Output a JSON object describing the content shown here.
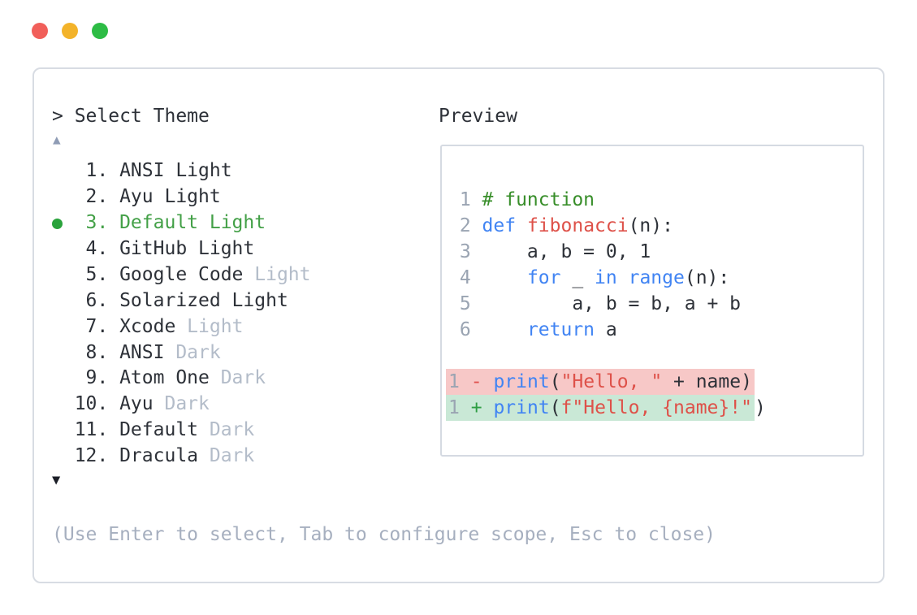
{
  "window": {
    "controls": [
      {
        "name": "close",
        "color": "#f15f5a"
      },
      {
        "name": "minimize",
        "color": "#f3b32a"
      },
      {
        "name": "zoom",
        "color": "#2dbc45"
      }
    ]
  },
  "theme_picker": {
    "prompt": "> Select Theme",
    "scroll_up_symbol": "▲",
    "scroll_down_symbol": "▼",
    "items": [
      {
        "num": "1.",
        "name": "ANSI Light",
        "dim": "",
        "selected": false
      },
      {
        "num": "2.",
        "name": "Ayu Light",
        "dim": "",
        "selected": false
      },
      {
        "num": "3.",
        "name": "Default Light",
        "dim": "",
        "selected": true
      },
      {
        "num": "4.",
        "name": "GitHub Light",
        "dim": "",
        "selected": false
      },
      {
        "num": "5.",
        "name": "Google Code",
        "dim": "Light",
        "selected": false
      },
      {
        "num": "6.",
        "name": "Solarized Light",
        "dim": "",
        "selected": false
      },
      {
        "num": "7.",
        "name": "Xcode",
        "dim": "Light",
        "selected": false
      },
      {
        "num": "8.",
        "name": "ANSI",
        "dim": "Dark",
        "selected": false
      },
      {
        "num": "9.",
        "name": "Atom One",
        "dim": "Dark",
        "selected": false
      },
      {
        "num": "10.",
        "name": "Ayu",
        "dim": "Dark",
        "selected": false
      },
      {
        "num": "11.",
        "name": "Default",
        "dim": "Dark",
        "selected": false
      },
      {
        "num": "12.",
        "name": "Dracula",
        "dim": "Dark",
        "selected": false
      }
    ],
    "help_text": "(Use Enter to select, Tab to configure scope, Esc to close)"
  },
  "preview": {
    "title": "Preview",
    "token_legend": {
      "g": "line-number",
      "c": "comment",
      "k": "keyword",
      "f": "function-name",
      "s": "string",
      "p": "plain",
      "r": "diff-minus-sign",
      "gn": "diff-plus-sign"
    },
    "code_lines": [
      {
        "hl": null,
        "parts": [
          [
            "g",
            " 1 "
          ],
          [
            "c",
            "# function"
          ]
        ]
      },
      {
        "hl": null,
        "parts": [
          [
            "g",
            " 2 "
          ],
          [
            "k",
            "def"
          ],
          [
            "p",
            " "
          ],
          [
            "f",
            "fibonacci"
          ],
          [
            "p",
            "(n):"
          ]
        ]
      },
      {
        "hl": null,
        "parts": [
          [
            "g",
            " 3 "
          ],
          [
            "p",
            "    a, b = 0, 1"
          ]
        ]
      },
      {
        "hl": null,
        "parts": [
          [
            "g",
            " 4 "
          ],
          [
            "p",
            "    "
          ],
          [
            "k",
            "for"
          ],
          [
            "p",
            " _ "
          ],
          [
            "k",
            "in"
          ],
          [
            "p",
            " "
          ],
          [
            "k",
            "range"
          ],
          [
            "p",
            "(n):"
          ]
        ]
      },
      {
        "hl": null,
        "parts": [
          [
            "g",
            " 5 "
          ],
          [
            "p",
            "        a, b = b, a + b"
          ]
        ]
      },
      {
        "hl": null,
        "parts": [
          [
            "g",
            " 6 "
          ],
          [
            "p",
            "    "
          ],
          [
            "k",
            "return"
          ],
          [
            "p",
            " a"
          ]
        ]
      },
      {
        "hl": null,
        "parts": []
      },
      {
        "hl": "red",
        "parts": [
          [
            "g",
            "1"
          ],
          [
            "p",
            " "
          ],
          [
            "r",
            "-"
          ],
          [
            "p",
            " "
          ],
          [
            "k",
            "print"
          ],
          [
            "p",
            "("
          ],
          [
            "s",
            "\"Hello, \""
          ],
          [
            "p",
            " + name)"
          ]
        ]
      },
      {
        "hl": "green",
        "parts": [
          [
            "g",
            "1"
          ],
          [
            "p",
            " "
          ],
          [
            "gn",
            "+"
          ],
          [
            "p",
            " "
          ],
          [
            "k",
            "print"
          ],
          [
            "p",
            "("
          ],
          [
            "s",
            "f\"Hello, {name}!\""
          ]
        ],
        "tail": [
          [
            "p",
            ")"
          ]
        ]
      }
    ]
  },
  "colors": {
    "selected_green": "#43a047",
    "selected_dot_green": "#2aa33c",
    "dim_gray": "#b3bcc9",
    "help_gray": "#a6afbf",
    "text_dark": "#2d3138",
    "keyword_blue": "#4184f3",
    "string_red": "#de5149",
    "comment_green": "#388e2a",
    "gutter_gray": "#9aa4b2",
    "diff_red_bg": "#f7c8c7",
    "diff_green_bg": "#c9e8d6",
    "diff_plus_green": "#2f9e44",
    "panel_border": "#d8dce3",
    "scroll_up_gray": "#8f9cb5",
    "scroll_down_dark": "#1b1e27"
  }
}
